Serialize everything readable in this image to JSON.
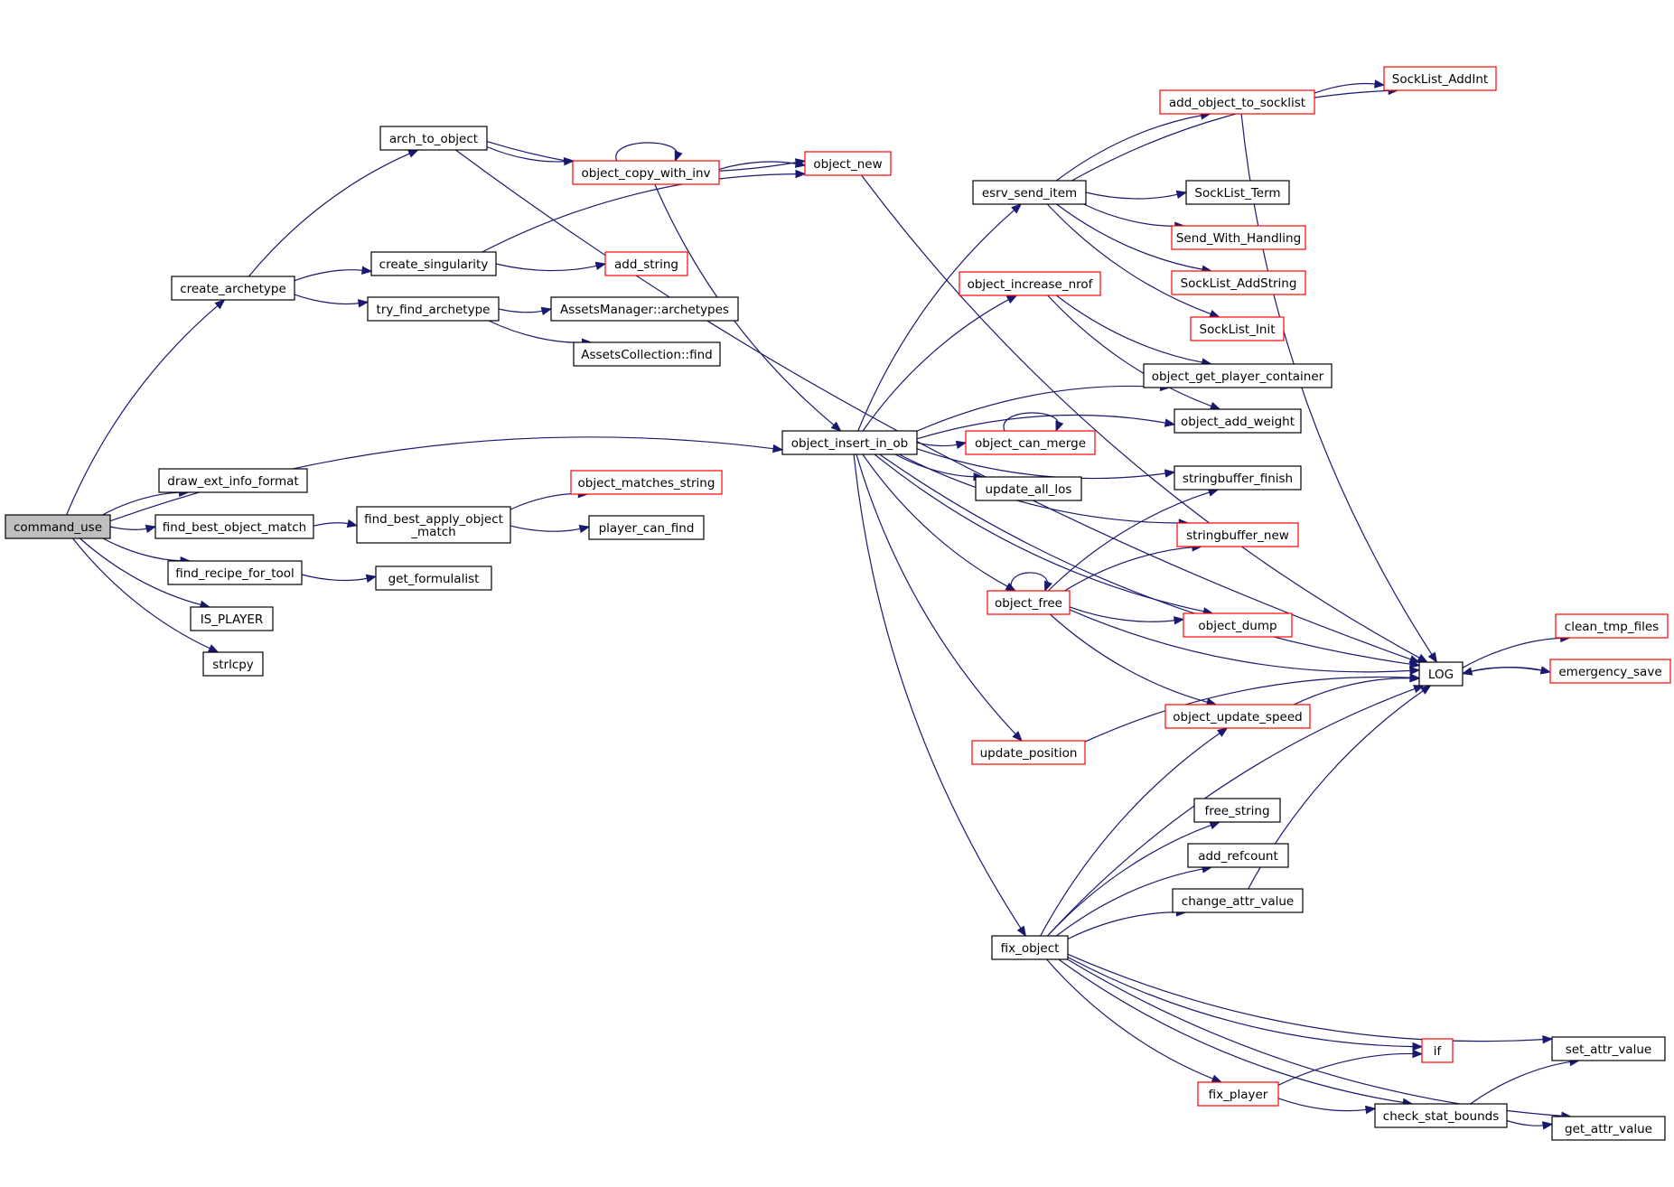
{
  "colors": {
    "edge": "#191970",
    "black_border": "#000000",
    "red_border": "#ff0000",
    "root_fill": "#bfbfbf"
  },
  "nodes": [
    {
      "id": "command_use",
      "label": "command_use",
      "style": "root"
    },
    {
      "id": "create_archetype",
      "label": "create_archetype",
      "style": "black"
    },
    {
      "id": "arch_to_object",
      "label": "arch_to_object",
      "style": "black"
    },
    {
      "id": "object_copy_with_inv",
      "label": "object_copy_with_inv",
      "style": "red"
    },
    {
      "id": "object_new",
      "label": "object_new",
      "style": "red"
    },
    {
      "id": "create_singularity",
      "label": "create_singularity",
      "style": "black"
    },
    {
      "id": "add_string",
      "label": "add_string",
      "style": "red"
    },
    {
      "id": "try_find_archetype",
      "label": "try_find_archetype",
      "style": "black"
    },
    {
      "id": "AssetsManager_archetypes",
      "label": "AssetsManager::archetypes",
      "style": "black"
    },
    {
      "id": "AssetsCollection_find",
      "label": "AssetsCollection::find",
      "style": "black"
    },
    {
      "id": "draw_ext_info_format",
      "label": "draw_ext_info_format",
      "style": "black"
    },
    {
      "id": "find_best_object_match",
      "label": "find_best_object_match",
      "style": "black"
    },
    {
      "id": "find_best_apply_object_match",
      "label": "find_best_apply_object\n_match",
      "style": "black"
    },
    {
      "id": "object_matches_string",
      "label": "object_matches_string",
      "style": "red"
    },
    {
      "id": "player_can_find",
      "label": "player_can_find",
      "style": "black"
    },
    {
      "id": "find_recipe_for_tool",
      "label": "find_recipe_for_tool",
      "style": "black"
    },
    {
      "id": "get_formulalist",
      "label": "get_formulalist",
      "style": "black"
    },
    {
      "id": "IS_PLAYER",
      "label": "IS_PLAYER",
      "style": "black"
    },
    {
      "id": "strlcpy",
      "label": "strlcpy",
      "style": "black"
    },
    {
      "id": "object_insert_in_ob",
      "label": "object_insert_in_ob",
      "style": "black"
    },
    {
      "id": "esrv_send_item",
      "label": "esrv_send_item",
      "style": "black"
    },
    {
      "id": "object_increase_nrof",
      "label": "object_increase_nrof",
      "style": "red"
    },
    {
      "id": "object_can_merge",
      "label": "object_can_merge",
      "style": "red"
    },
    {
      "id": "update_all_los",
      "label": "update_all_los",
      "style": "black"
    },
    {
      "id": "object_free",
      "label": "object_free",
      "style": "red"
    },
    {
      "id": "update_position",
      "label": "update_position",
      "style": "red"
    },
    {
      "id": "fix_object",
      "label": "fix_object",
      "style": "black"
    },
    {
      "id": "add_object_to_socklist",
      "label": "add_object_to_socklist",
      "style": "red"
    },
    {
      "id": "SockList_AddInt",
      "label": "SockList_AddInt",
      "style": "red"
    },
    {
      "id": "SockList_Term",
      "label": "SockList_Term",
      "style": "black"
    },
    {
      "id": "Send_With_Handling",
      "label": "Send_With_Handling",
      "style": "red"
    },
    {
      "id": "SockList_AddString",
      "label": "SockList_AddString",
      "style": "red"
    },
    {
      "id": "SockList_Init",
      "label": "SockList_Init",
      "style": "red"
    },
    {
      "id": "object_get_player_container",
      "label": "object_get_player_container",
      "style": "black"
    },
    {
      "id": "object_add_weight",
      "label": "object_add_weight",
      "style": "black"
    },
    {
      "id": "stringbuffer_finish",
      "label": "stringbuffer_finish",
      "style": "black"
    },
    {
      "id": "stringbuffer_new",
      "label": "stringbuffer_new",
      "style": "red"
    },
    {
      "id": "object_dump",
      "label": "object_dump",
      "style": "red"
    },
    {
      "id": "object_update_speed",
      "label": "object_update_speed",
      "style": "red"
    },
    {
      "id": "free_string",
      "label": "free_string",
      "style": "black"
    },
    {
      "id": "add_refcount",
      "label": "add_refcount",
      "style": "black"
    },
    {
      "id": "change_attr_value",
      "label": "change_attr_value",
      "style": "black"
    },
    {
      "id": "if",
      "label": "if",
      "style": "red"
    },
    {
      "id": "fix_player",
      "label": "fix_player",
      "style": "red"
    },
    {
      "id": "check_stat_bounds",
      "label": "check_stat_bounds",
      "style": "black"
    },
    {
      "id": "LOG",
      "label": "LOG",
      "style": "black"
    },
    {
      "id": "clean_tmp_files",
      "label": "clean_tmp_files",
      "style": "red"
    },
    {
      "id": "emergency_save",
      "label": "emergency_save",
      "style": "red"
    },
    {
      "id": "set_attr_value",
      "label": "set_attr_value",
      "style": "black"
    },
    {
      "id": "get_attr_value",
      "label": "get_attr_value",
      "style": "black"
    }
  ],
  "edges": [
    [
      "command_use",
      "create_archetype"
    ],
    [
      "command_use",
      "object_insert_in_ob"
    ],
    [
      "command_use",
      "draw_ext_info_format"
    ],
    [
      "command_use",
      "find_best_object_match"
    ],
    [
      "command_use",
      "find_recipe_for_tool"
    ],
    [
      "command_use",
      "IS_PLAYER"
    ],
    [
      "command_use",
      "strlcpy"
    ],
    [
      "create_archetype",
      "arch_to_object"
    ],
    [
      "create_archetype",
      "create_singularity"
    ],
    [
      "create_archetype",
      "try_find_archetype"
    ],
    [
      "arch_to_object",
      "LOG"
    ],
    [
      "arch_to_object",
      "object_new"
    ],
    [
      "arch_to_object",
      "object_copy_with_inv"
    ],
    [
      "object_copy_with_inv",
      "object_copy_with_inv"
    ],
    [
      "object_copy_with_inv",
      "object_new"
    ],
    [
      "object_copy_with_inv",
      "object_insert_in_ob"
    ],
    [
      "object_new",
      "LOG"
    ],
    [
      "create_singularity",
      "object_new"
    ],
    [
      "create_singularity",
      "add_string"
    ],
    [
      "try_find_archetype",
      "AssetsManager_archetypes"
    ],
    [
      "try_find_archetype",
      "AssetsCollection_find"
    ],
    [
      "find_best_object_match",
      "find_best_apply_object_match"
    ],
    [
      "find_best_apply_object_match",
      "object_matches_string"
    ],
    [
      "find_best_apply_object_match",
      "player_can_find"
    ],
    [
      "find_recipe_for_tool",
      "get_formulalist"
    ],
    [
      "object_insert_in_ob",
      "esrv_send_item"
    ],
    [
      "object_insert_in_ob",
      "object_increase_nrof"
    ],
    [
      "object_insert_in_ob",
      "object_get_player_container"
    ],
    [
      "object_insert_in_ob",
      "object_add_weight"
    ],
    [
      "object_insert_in_ob",
      "stringbuffer_finish"
    ],
    [
      "object_insert_in_ob",
      "object_can_merge"
    ],
    [
      "object_insert_in_ob",
      "update_all_los"
    ],
    [
      "object_insert_in_ob",
      "stringbuffer_new"
    ],
    [
      "object_insert_in_ob",
      "object_free"
    ],
    [
      "object_insert_in_ob",
      "object_dump"
    ],
    [
      "object_insert_in_ob",
      "LOG"
    ],
    [
      "object_insert_in_ob",
      "update_position"
    ],
    [
      "object_insert_in_ob",
      "fix_object"
    ],
    [
      "esrv_send_item",
      "SockList_AddInt"
    ],
    [
      "esrv_send_item",
      "add_object_to_socklist"
    ],
    [
      "esrv_send_item",
      "SockList_Term"
    ],
    [
      "esrv_send_item",
      "Send_With_Handling"
    ],
    [
      "esrv_send_item",
      "SockList_AddString"
    ],
    [
      "esrv_send_item",
      "SockList_Init"
    ],
    [
      "add_object_to_socklist",
      "SockList_AddInt"
    ],
    [
      "add_object_to_socklist",
      "LOG"
    ],
    [
      "object_increase_nrof",
      "object_get_player_container"
    ],
    [
      "object_increase_nrof",
      "object_add_weight"
    ],
    [
      "object_can_merge",
      "object_can_merge"
    ],
    [
      "object_free",
      "object_free"
    ],
    [
      "object_free",
      "stringbuffer_finish"
    ],
    [
      "object_free",
      "stringbuffer_new"
    ],
    [
      "object_free",
      "LOG"
    ],
    [
      "object_free",
      "object_dump"
    ],
    [
      "object_free",
      "object_update_speed"
    ],
    [
      "object_update_speed",
      "LOG"
    ],
    [
      "update_position",
      "LOG"
    ],
    [
      "fix_object",
      "object_update_speed"
    ],
    [
      "fix_object",
      "free_string"
    ],
    [
      "fix_object",
      "add_refcount"
    ],
    [
      "fix_object",
      "change_attr_value"
    ],
    [
      "fix_object",
      "LOG"
    ],
    [
      "fix_object",
      "set_attr_value"
    ],
    [
      "fix_object",
      "if"
    ],
    [
      "fix_object",
      "fix_player"
    ],
    [
      "fix_object",
      "check_stat_bounds"
    ],
    [
      "fix_object",
      "get_attr_value"
    ],
    [
      "change_attr_value",
      "LOG"
    ],
    [
      "fix_player",
      "if"
    ],
    [
      "fix_player",
      "check_stat_bounds"
    ],
    [
      "check_stat_bounds",
      "set_attr_value"
    ],
    [
      "check_stat_bounds",
      "get_attr_value"
    ],
    [
      "LOG",
      "clean_tmp_files"
    ],
    [
      "LOG",
      "emergency_save"
    ],
    [
      "emergency_save",
      "LOG"
    ]
  ]
}
